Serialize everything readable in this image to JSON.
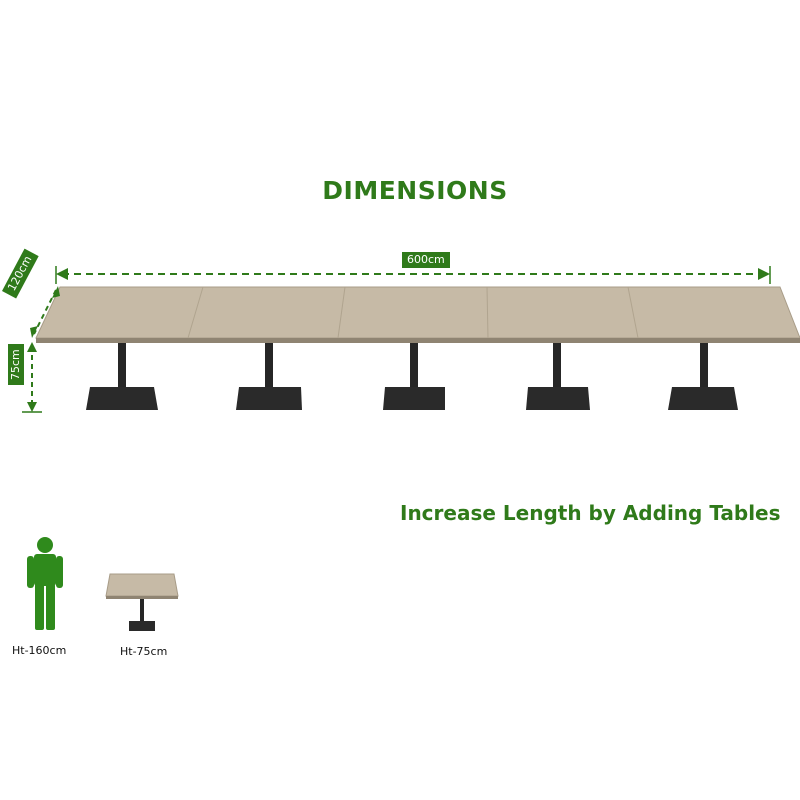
{
  "title": "DIMENSIONS",
  "subtitle": "Increase Length by Adding Tables",
  "dimensions": {
    "length": "600cm",
    "depth": "120cm",
    "height": "75cm"
  },
  "person_label": "Ht-160cm",
  "single_table_label": "Ht-75cm",
  "table_count": 5,
  "colors": {
    "accent_green": "#2f7a1a",
    "tabletop": "#c8bca8",
    "base": "#2a2a2a"
  }
}
